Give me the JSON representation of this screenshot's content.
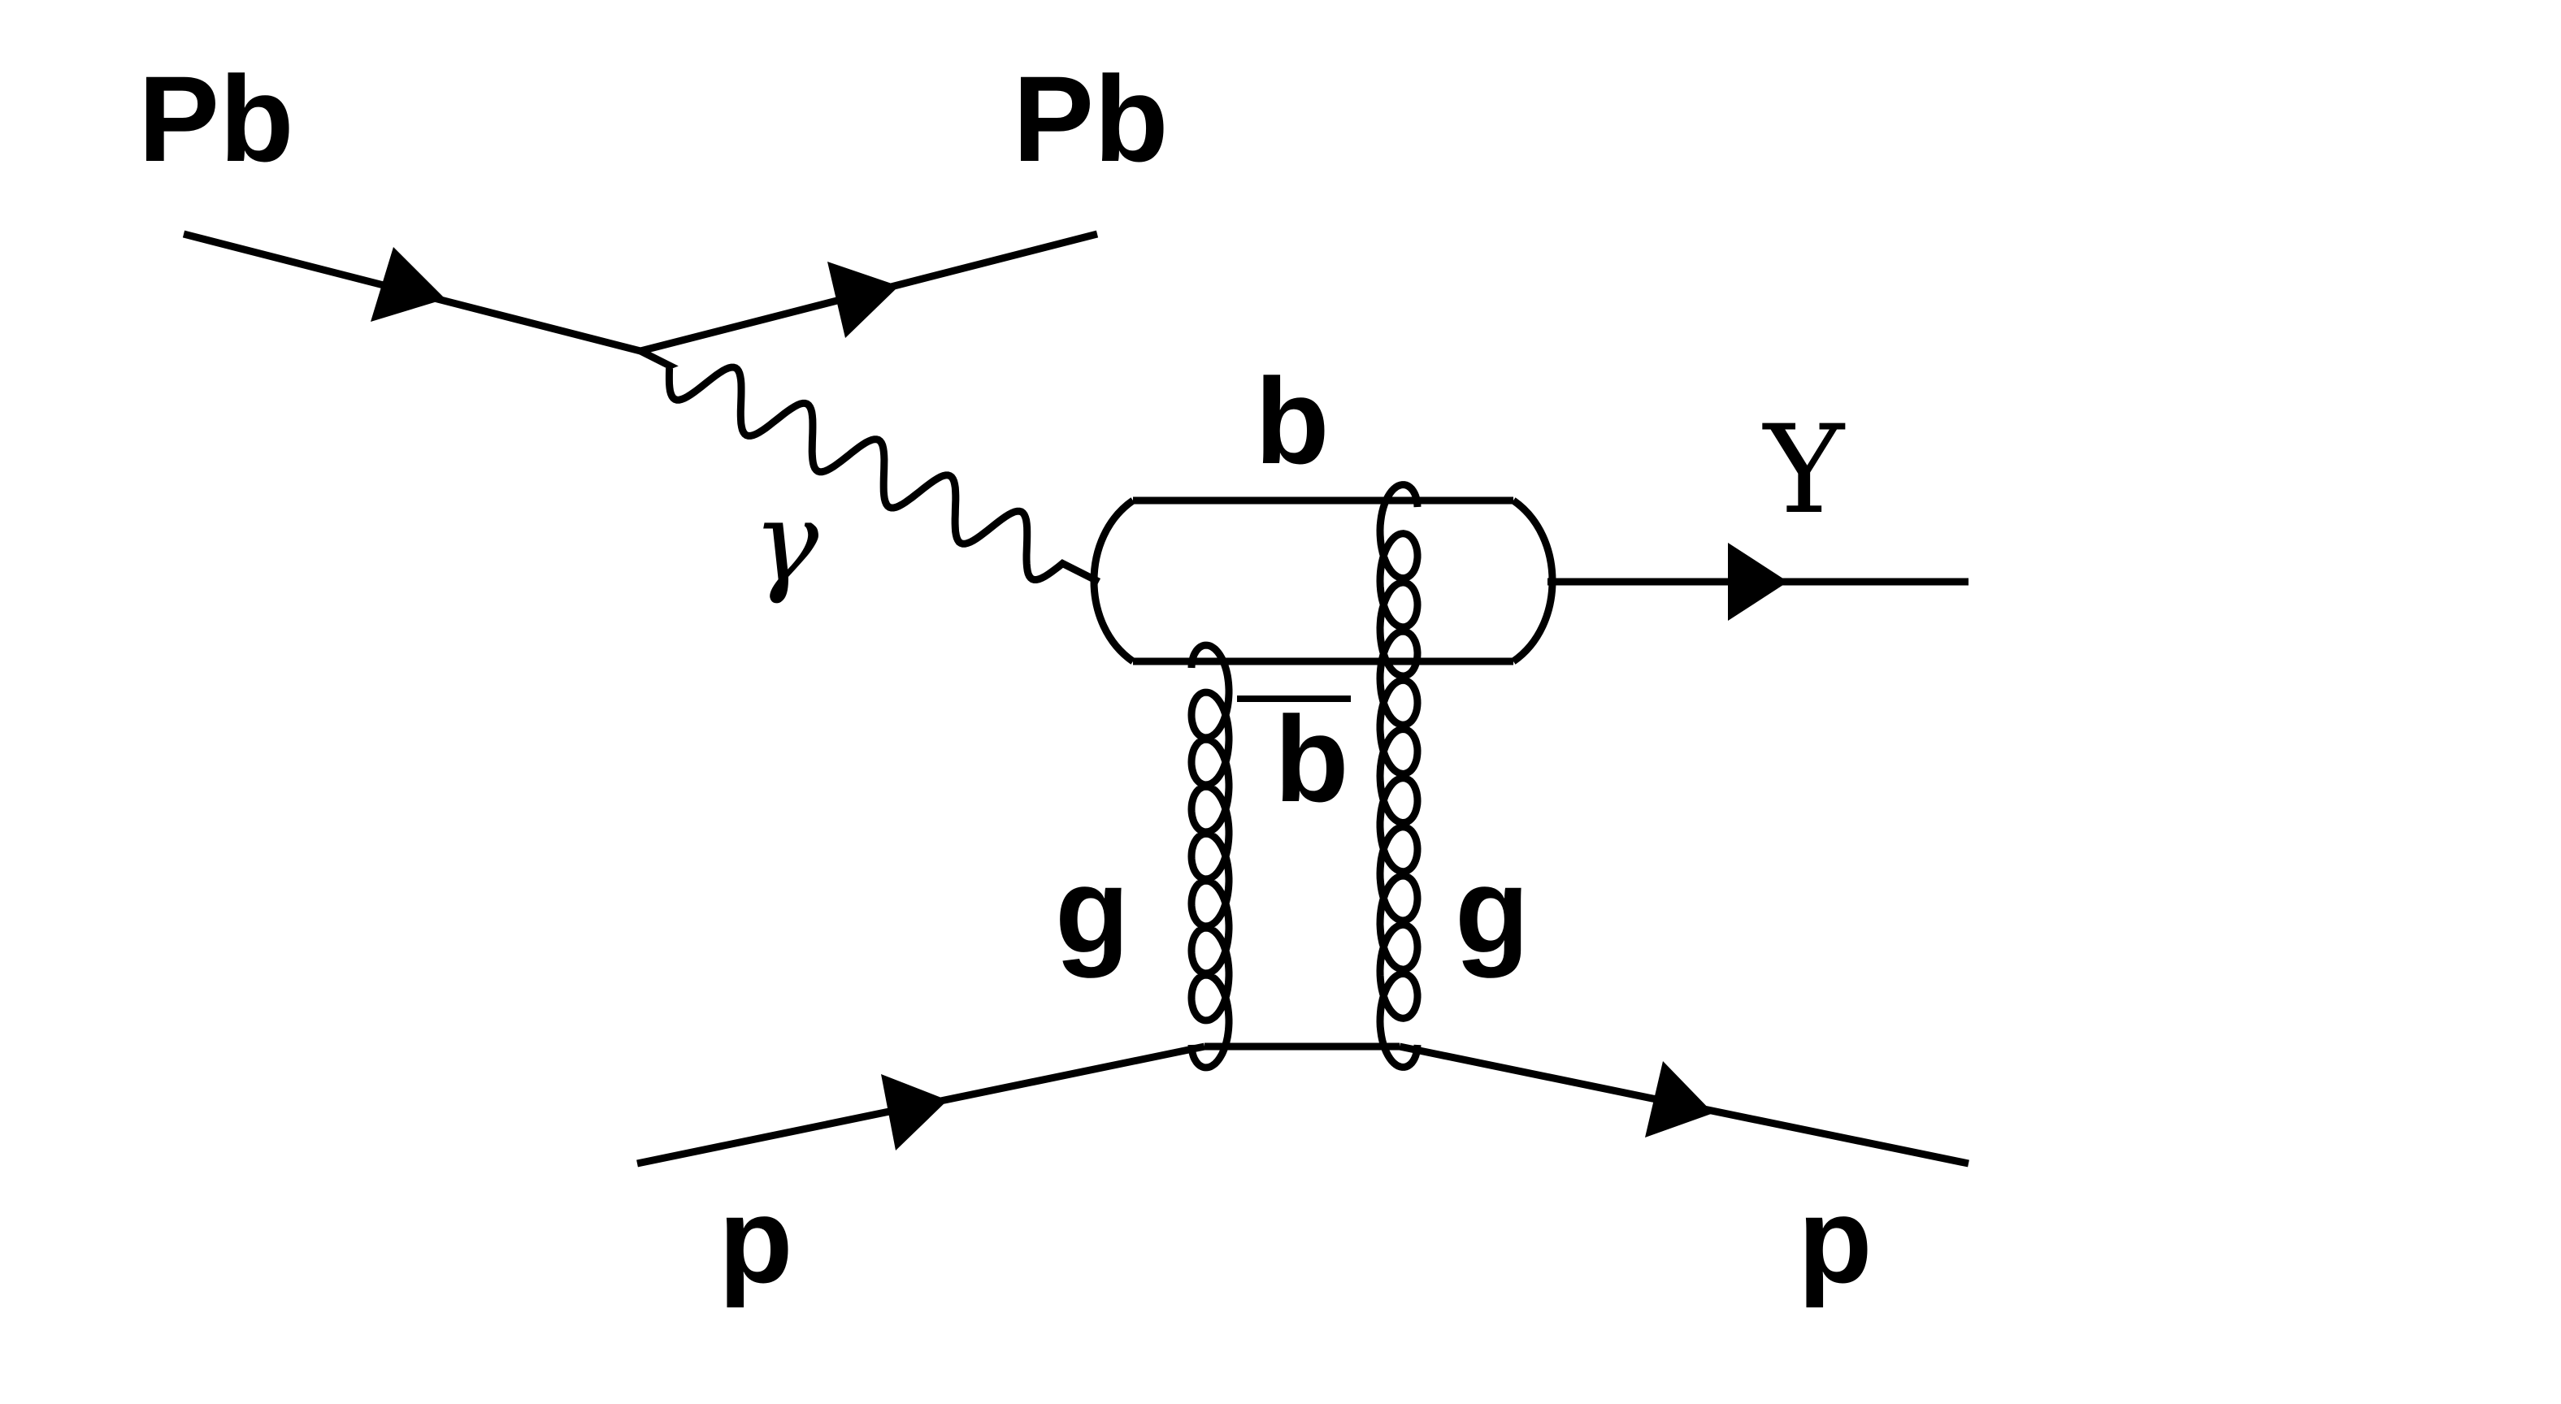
{
  "labels": {
    "pb_in": "Pb",
    "pb_out": "Pb",
    "gamma": "γ",
    "b_quark": "b",
    "b_antiquark": "b",
    "upsilon": "Υ",
    "gluon_left": "g",
    "gluon_right": "g",
    "p_in": "p",
    "p_out": "p"
  },
  "colors": {
    "ink": "#000000",
    "background": "#ffffff"
  }
}
